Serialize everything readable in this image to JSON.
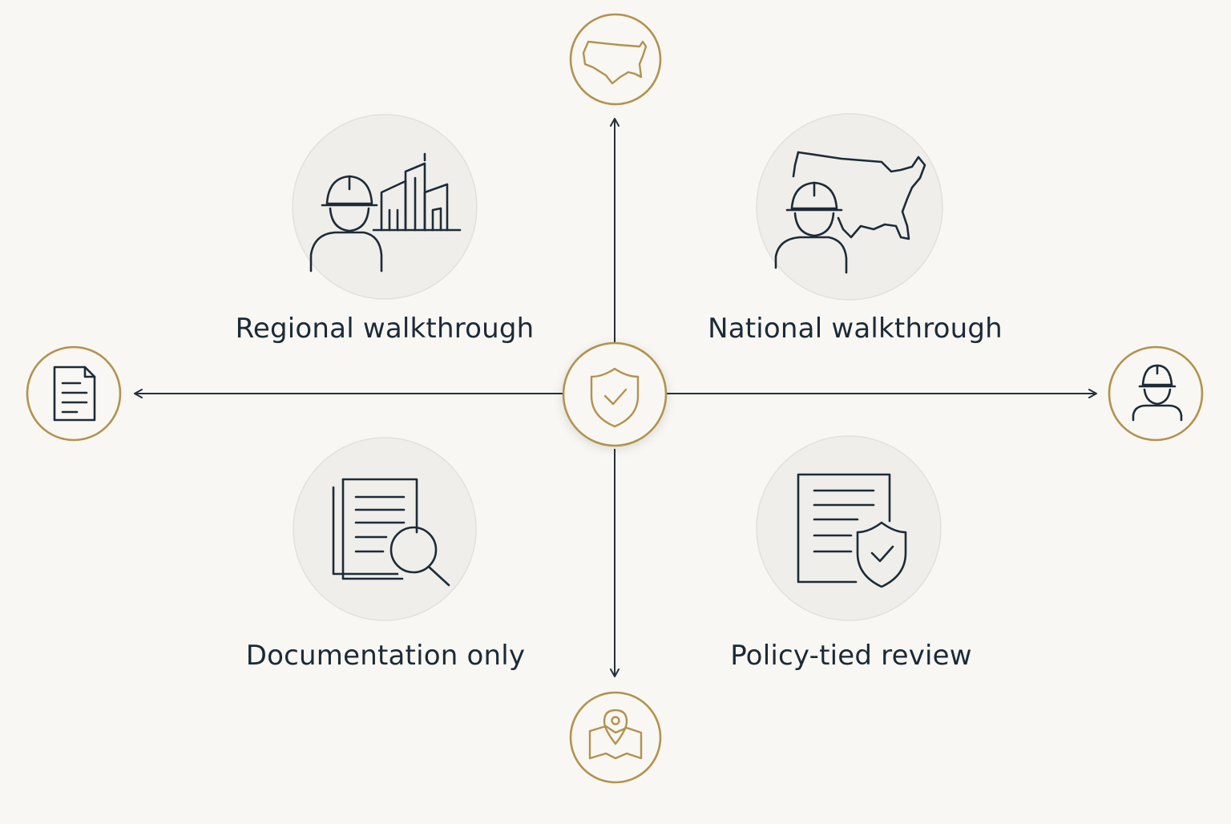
{
  "quadrants": {
    "top_left": {
      "label": "Regional walkthrough",
      "icon": "inspector-buildings-icon"
    },
    "top_right": {
      "label": "National walkthrough",
      "icon": "inspector-us-map-icon"
    },
    "bottom_left": {
      "label": "Documentation only",
      "icon": "documents-magnifier-icon"
    },
    "bottom_right": {
      "label": "Policy-tied review",
      "icon": "document-shield-icon"
    }
  },
  "axis_endpoints": {
    "top": {
      "icon": "us-map-icon"
    },
    "bottom": {
      "icon": "map-pin-icon"
    },
    "left": {
      "icon": "document-icon"
    },
    "right": {
      "icon": "inspector-icon"
    }
  },
  "center": {
    "icon": "shield-check-icon"
  },
  "colors": {
    "background": "#f8f7f3",
    "ink": "#1d2b38",
    "gold": "#b3924e",
    "quadrant_circle": "#efeeea"
  }
}
